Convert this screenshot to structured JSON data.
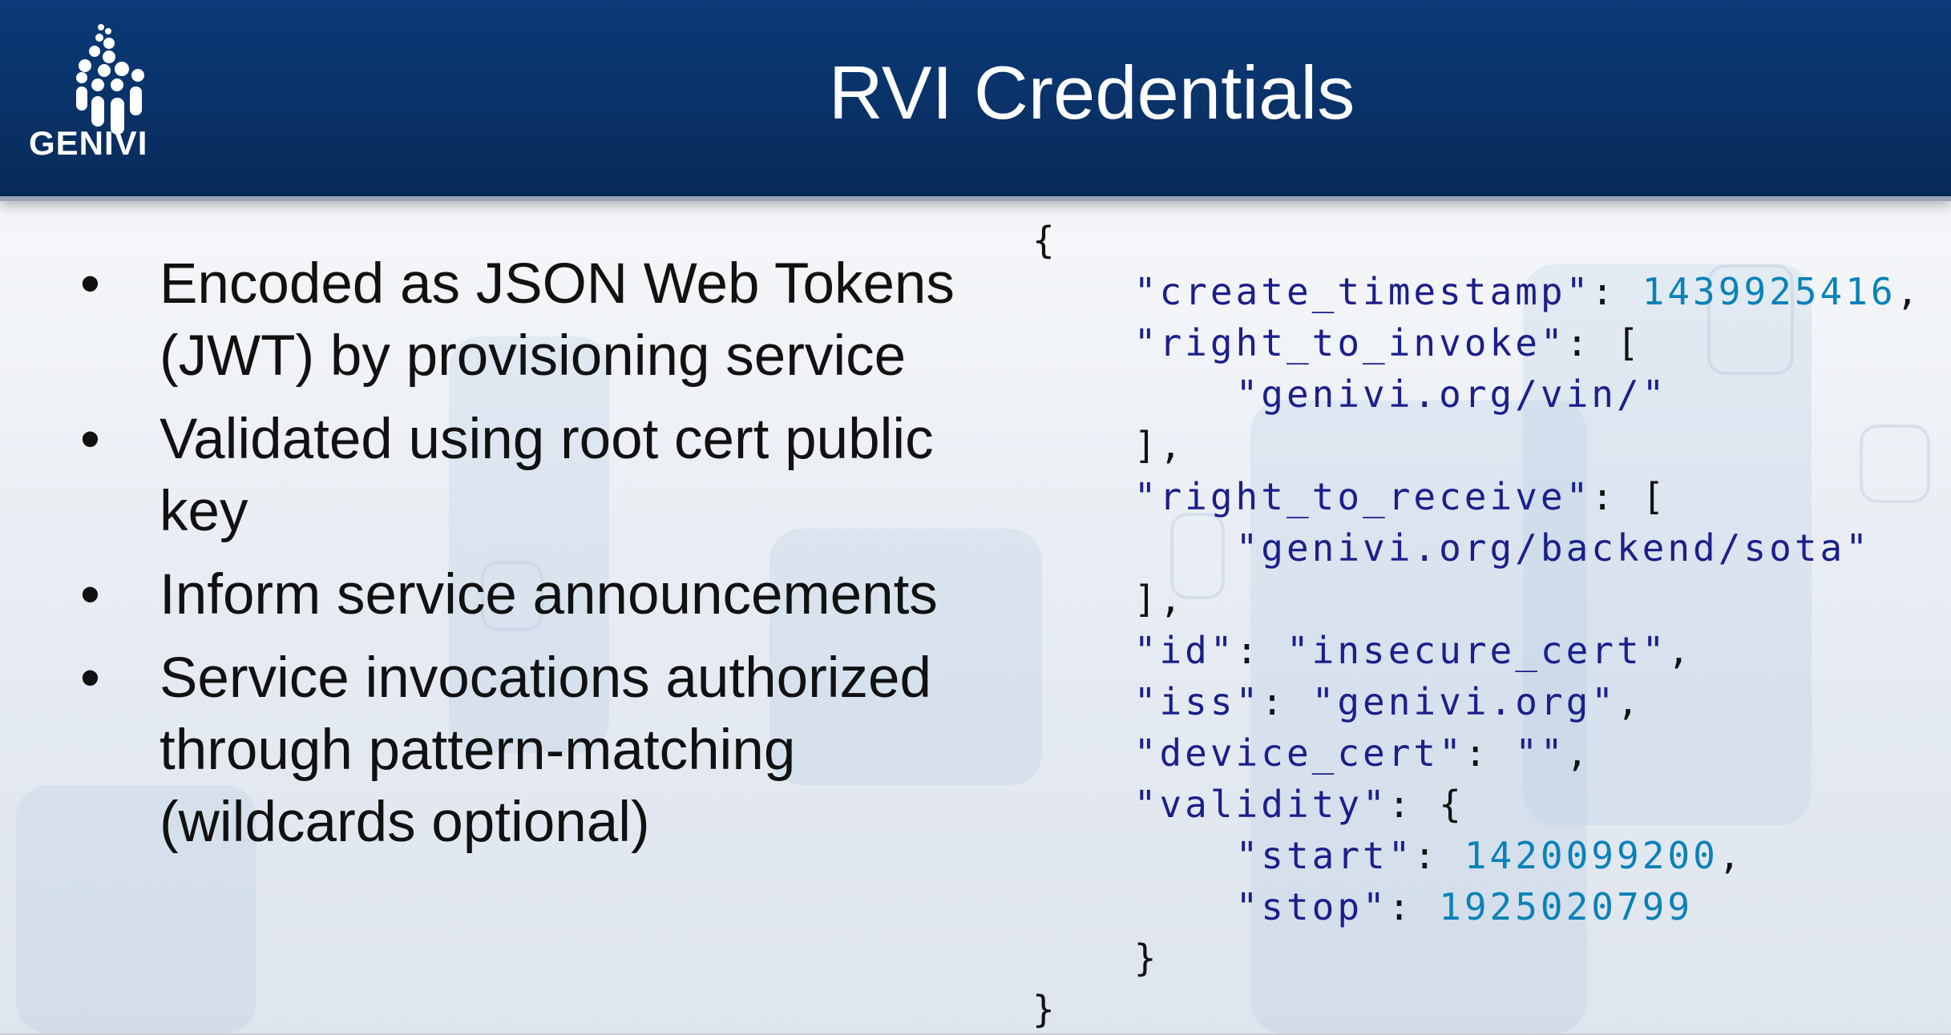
{
  "header": {
    "logo_text": "GENIVI",
    "title": "RVI Credentials"
  },
  "bullets": [
    {
      "text": "Encoded as JSON Web Tokens (JWT) by provisioning service"
    },
    {
      "text": "Validated using root cert public key"
    },
    {
      "text": "Inform service announcements"
    },
    {
      "text": "Service invocations authorized through pattern-matching (wildcards optional)"
    }
  ],
  "bullet_char": "•",
  "code": {
    "open": "{",
    "close": "}",
    "create_timestamp_key": "\"create_timestamp\"",
    "create_timestamp": "1439925416",
    "right_to_invoke_key": "\"right_to_invoke\"",
    "right_to_invoke_0": "\"genivi.org/vin/\"",
    "right_to_receive_key": "\"right_to_receive\"",
    "right_to_receive_0": "\"genivi.org/backend/sota\"",
    "id_key": "\"id\"",
    "id": "\"insecure_cert\"",
    "iss_key": "\"iss\"",
    "iss": "\"genivi.org\"",
    "device_cert_key": "\"device_cert\"",
    "device_cert": "\"\"",
    "validity_key": "\"validity\"",
    "start_key": "\"start\"",
    "start": "1420099200",
    "stop_key": "\"stop\"",
    "stop": "1925020799"
  },
  "colors": {
    "header": "#0a3268",
    "key": "#1c1f8a",
    "number": "#0a82b8"
  }
}
